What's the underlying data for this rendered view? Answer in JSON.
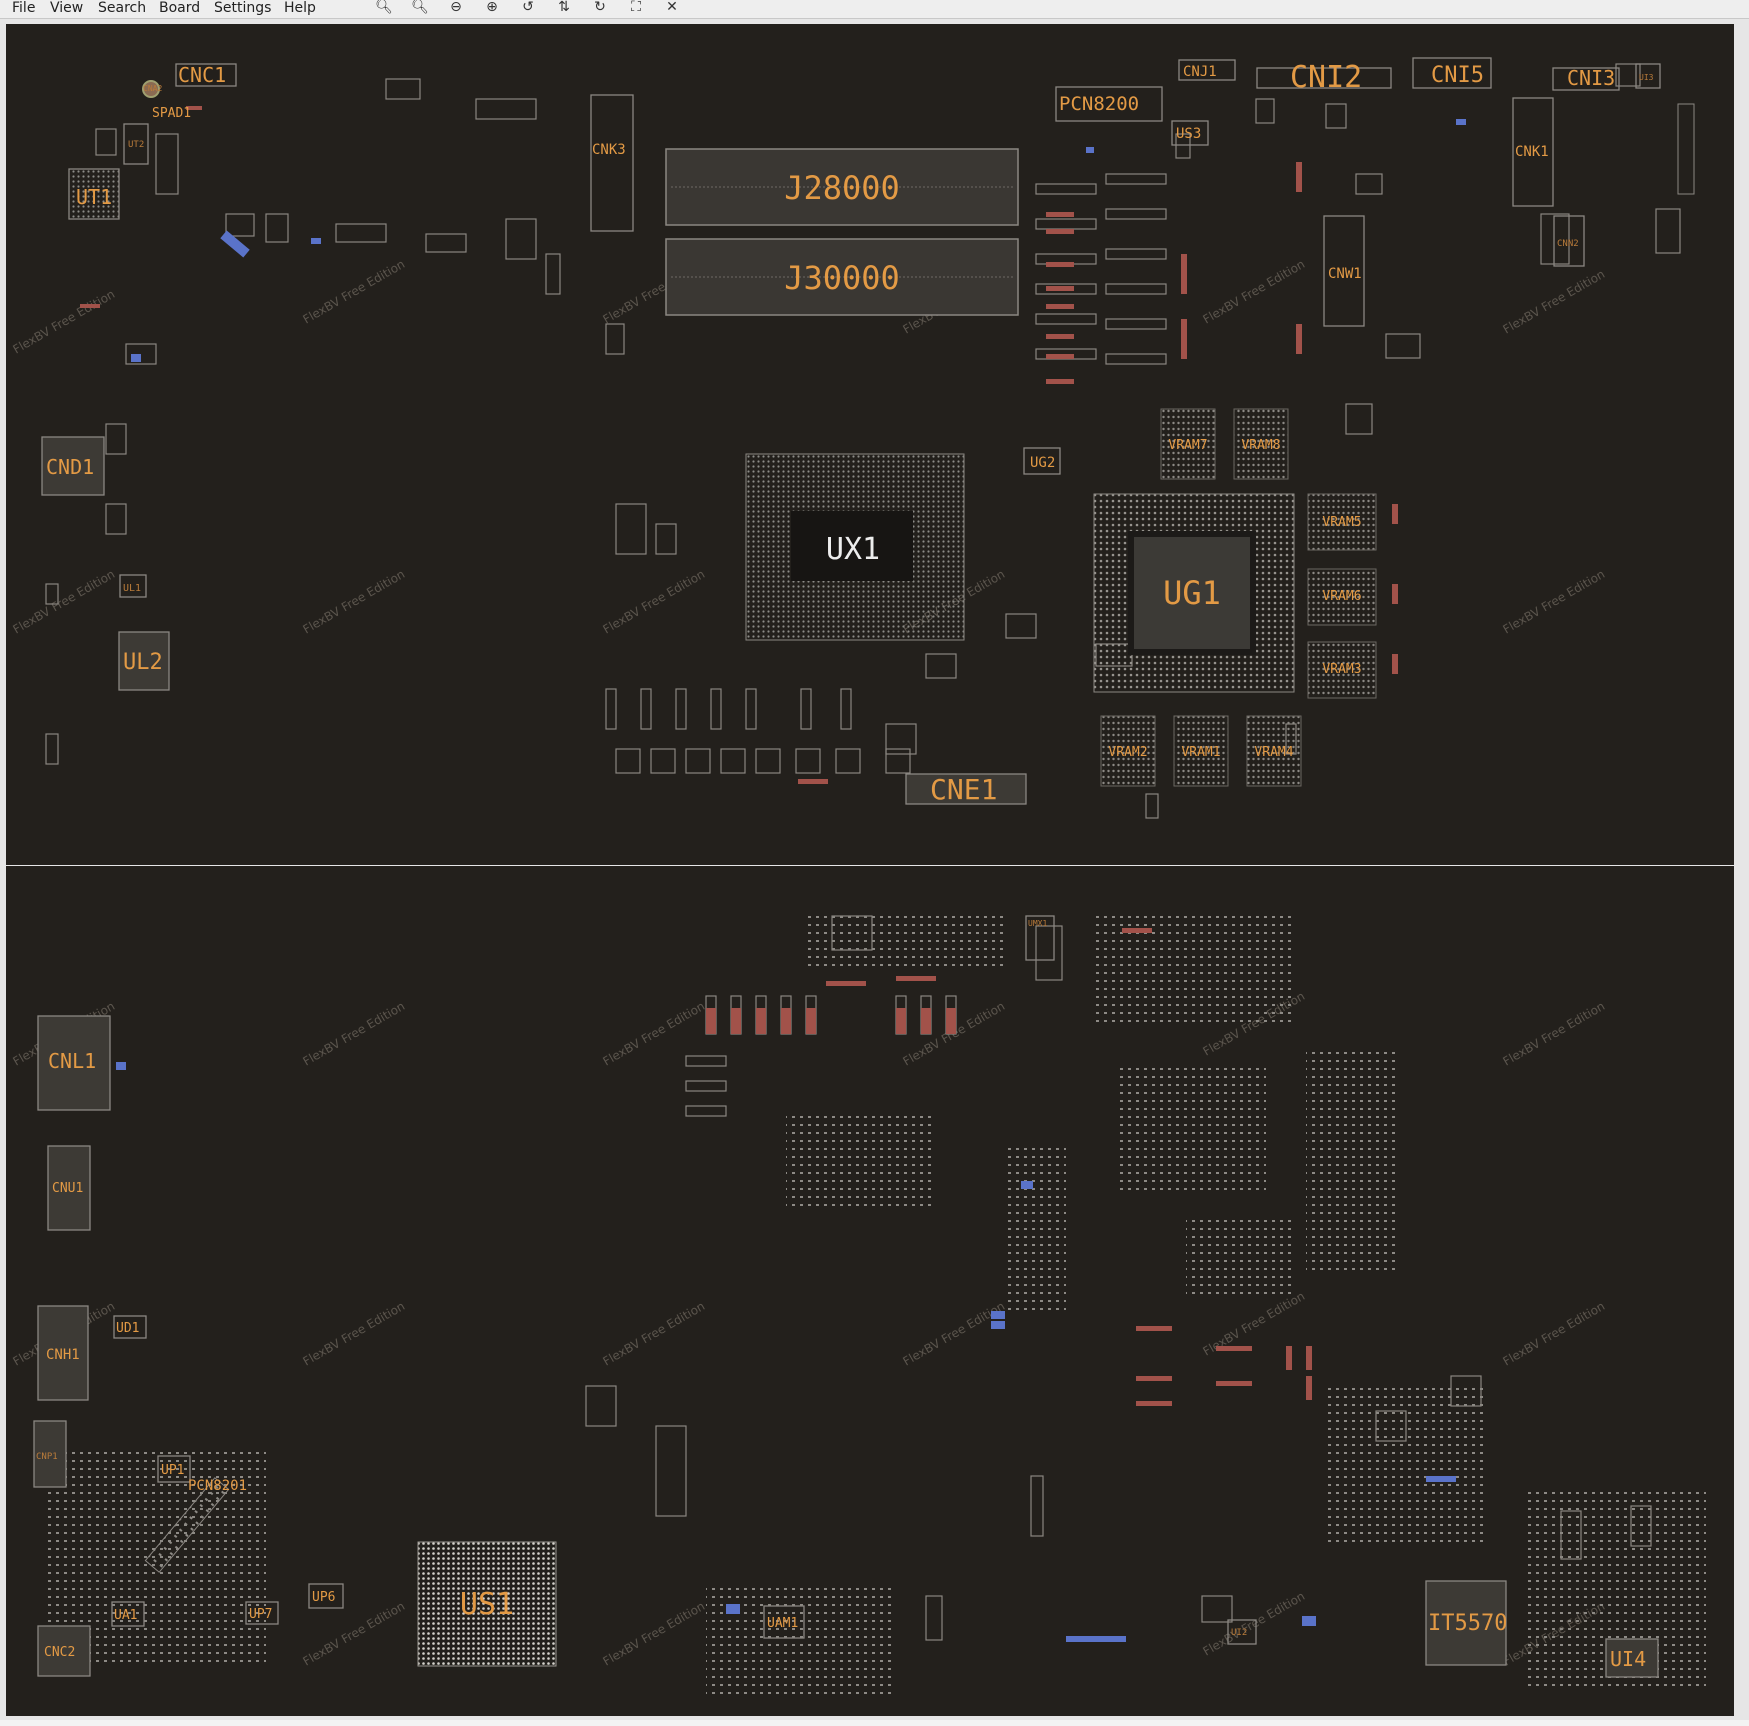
{
  "menu": [
    "File",
    "View",
    "Search",
    "Board",
    "Settings",
    "Help"
  ],
  "toolbar": [
    {
      "name": "zoom-out-icon",
      "glyph": "🔍︎"
    },
    {
      "name": "zoom-in-icon",
      "glyph": "🔍︎"
    },
    {
      "name": "zoom-minus-icon",
      "glyph": "⊖"
    },
    {
      "name": "zoom-plus-icon",
      "glyph": "⊕"
    },
    {
      "name": "rotate-ccw-icon",
      "glyph": "↺"
    },
    {
      "name": "flip-icon",
      "glyph": "⇅"
    },
    {
      "name": "rotate-cw-icon",
      "glyph": "↻"
    },
    {
      "name": "fit-view-icon",
      "glyph": "⛶"
    },
    {
      "name": "close-icon",
      "glyph": "✕"
    }
  ],
  "watermark": "FlexBV Free Edition",
  "top": {
    "connectors": {
      "j28000": "J28000",
      "j30000": "J30000",
      "ux1": "UX1",
      "ug1": "UG1",
      "cnc1": "CNC1",
      "cna2": "CNA2",
      "spad1": "SPAD1",
      "ut1": "UT1",
      "ut2": "UT2",
      "cnd1": "CND1",
      "ul1": "UL1",
      "ul2": "UL2",
      "cnk3": "CNK3",
      "pcn8200": "PCN8200",
      "cnj1": "CNJ1",
      "cni2": "CNI2",
      "cni5": "CNI5",
      "cni3": "CNI3",
      "us3": "US3",
      "ui3": "UI3",
      "cnk1": "CNK1",
      "cnn2": "CNN2",
      "cnw1": "CNW1",
      "ug2": "UG2",
      "cne1": "CNE1",
      "vram7": "VRAM7",
      "vram8": "VRAM8",
      "vram5": "VRAM5",
      "vram6": "VRAM6",
      "vram3": "VRAM3",
      "vram2": "VRAM2",
      "vram1": "VRAM1",
      "vram4": "VRAM4"
    }
  },
  "bottom": {
    "connectors": {
      "cnl1": "CNL1",
      "cnu1": "CNU1",
      "cnh1": "CNH1",
      "cnp1": "CNP1",
      "ud1": "UD1",
      "up1": "UP1",
      "pcn8201": "PCN8201",
      "cnc2": "CNC2",
      "ua1": "UA1",
      "up7": "UP7",
      "up6": "UP6",
      "us1": "US1",
      "uam1": "UAM1",
      "ui2": "UI2",
      "it5570": "IT5570",
      "ui4": "UI4",
      "umx1": "UMX1"
    }
  }
}
